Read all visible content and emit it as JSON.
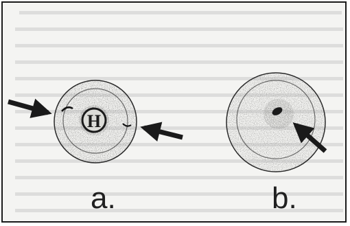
{
  "figure": {
    "panels": [
      {
        "label": "a.",
        "emblem": "H",
        "arrows": 2
      },
      {
        "label": "b.",
        "arrows": 1
      }
    ],
    "background_text": "illegible"
  },
  "colors": {
    "ink": "#1a1a1a",
    "paper": "#f4f4f2",
    "stipple": "#3a3a3a"
  }
}
